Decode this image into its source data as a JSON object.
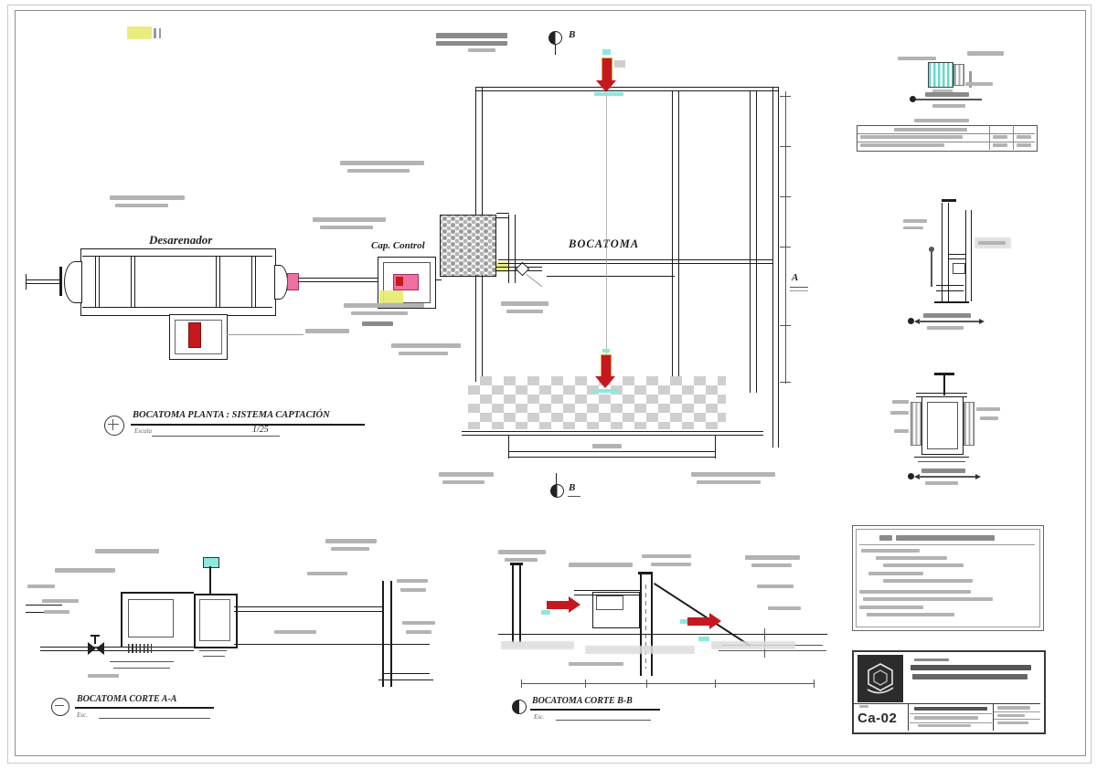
{
  "colors": {
    "accent_red": "#c6181f",
    "accent_cyan": "#8ce9de",
    "accent_pink": "#ef6fa0",
    "highlight_yellow": "#e6ec72",
    "hatch_teal": "#66d9cb",
    "line_dark": "#1c1c1c",
    "annotation_gray": "#b3b3b3"
  },
  "plan": {
    "desarenador_label": "Desarenador",
    "control_label": "Cap. Control",
    "bocatoma_label": "BOCATOMA",
    "view_title": "BOCATOMA PLANTA : SISTEMA CAPTACIÓN",
    "scale_label": "Escala",
    "scale_value": "1/25"
  },
  "section_markers": {
    "top": "B",
    "bottom": "B",
    "right": "A"
  },
  "sections": {
    "corte_a": {
      "title": "BOCATOMA CORTE A-A",
      "scale_label": "Esc."
    },
    "corte_b": {
      "title": "BOCATOMA CORTE B-B",
      "scale_label": "Esc."
    }
  },
  "titleblock": {
    "sheet_code": "Ca-02",
    "logo_icon": "hexagon-logo-icon"
  }
}
